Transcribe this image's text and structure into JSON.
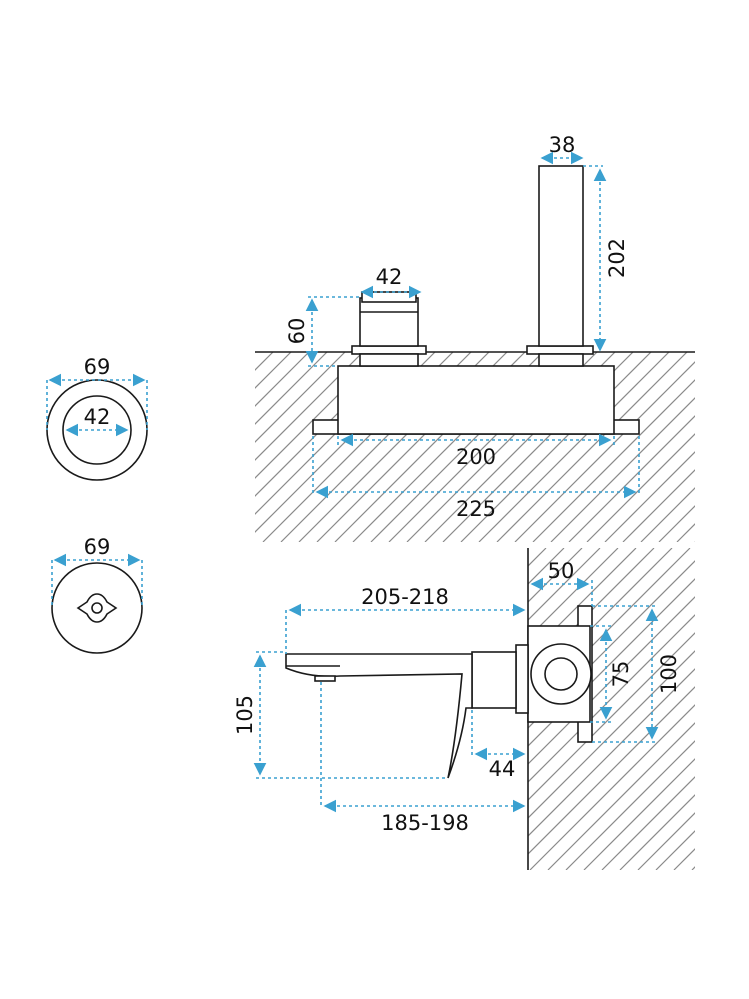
{
  "dimensions": {
    "escutcheon_outer": "69",
    "escutcheon_inner": "42",
    "plate_diameter": "69",
    "handle_width": "42",
    "handle_height": "60",
    "spout_width": "38",
    "spout_height": "202",
    "box_length": "200",
    "plate_length": "225",
    "spout_reach": "205-218",
    "outlet_reach": "185-198",
    "spout_drop": "105",
    "body_depth": "50",
    "box_height": "75",
    "plate_height": "100",
    "handle_gap": "44"
  },
  "colors": {
    "dimension": "#3aa0d0",
    "outline": "#1a1a1a",
    "hatch": "#8a8a8a"
  }
}
